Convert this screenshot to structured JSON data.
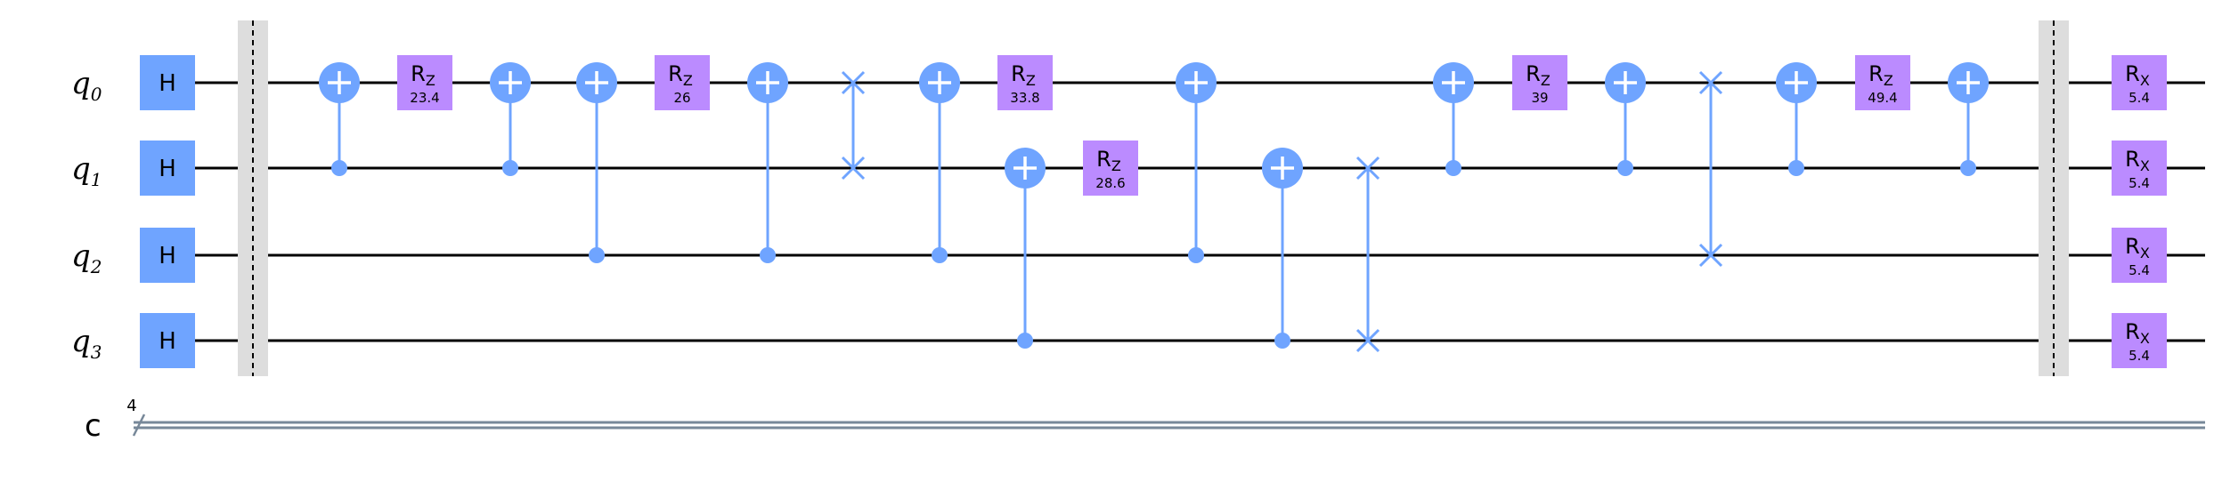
{
  "colors": {
    "h_gate": "#6fa4ff",
    "rot_gate": "#bb8bff",
    "cx_line": "#6fa4ff",
    "swap": "#6fa4ff",
    "wire": "#000000",
    "classical_wire": "#778899",
    "barrier": "#dddddd"
  },
  "qubits": [
    {
      "name": "q",
      "index": "0"
    },
    {
      "name": "q",
      "index": "1"
    },
    {
      "name": "q",
      "index": "2"
    },
    {
      "name": "q",
      "index": "3"
    }
  ],
  "classical": {
    "name": "c",
    "size": "4"
  },
  "columns": [
    {
      "ops": [
        {
          "type": "h",
          "qubit": 0,
          "label": "H"
        },
        {
          "type": "h",
          "qubit": 1,
          "label": "H"
        },
        {
          "type": "h",
          "qubit": 2,
          "label": "H"
        },
        {
          "type": "h",
          "qubit": 3,
          "label": "H"
        }
      ]
    },
    {
      "ops": [
        {
          "type": "barrier"
        }
      ]
    },
    {
      "ops": [
        {
          "type": "cx",
          "control": 1,
          "target": 0
        }
      ]
    },
    {
      "ops": [
        {
          "type": "rz",
          "qubit": 0,
          "label": "R",
          "sub": "Z",
          "param": "23.4"
        }
      ]
    },
    {
      "ops": [
        {
          "type": "cx",
          "control": 1,
          "target": 0
        }
      ]
    },
    {
      "ops": [
        {
          "type": "cx",
          "control": 2,
          "target": 0
        }
      ]
    },
    {
      "ops": [
        {
          "type": "rz",
          "qubit": 0,
          "label": "R",
          "sub": "Z",
          "param": "26"
        }
      ]
    },
    {
      "ops": [
        {
          "type": "cx",
          "control": 2,
          "target": 0
        }
      ]
    },
    {
      "ops": [
        {
          "type": "swap",
          "qubits": [
            0,
            1
          ]
        }
      ]
    },
    {
      "ops": [
        {
          "type": "cx",
          "control": 2,
          "target": 0
        }
      ]
    },
    {
      "ops": [
        {
          "type": "rz",
          "qubit": 0,
          "label": "R",
          "sub": "Z",
          "param": "33.8"
        },
        {
          "type": "cx",
          "control": 3,
          "target": 1
        }
      ]
    },
    {
      "ops": [
        {
          "type": "rz",
          "qubit": 1,
          "label": "R",
          "sub": "Z",
          "param": "28.6"
        }
      ]
    },
    {
      "ops": [
        {
          "type": "cx",
          "control": 2,
          "target": 0
        }
      ]
    },
    {
      "ops": [
        {
          "type": "cx",
          "control": 3,
          "target": 1
        }
      ]
    },
    {
      "ops": [
        {
          "type": "swap",
          "qubits": [
            1,
            3
          ]
        }
      ]
    },
    {
      "ops": [
        {
          "type": "cx",
          "control": 1,
          "target": 0
        }
      ]
    },
    {
      "ops": [
        {
          "type": "rz",
          "qubit": 0,
          "label": "R",
          "sub": "Z",
          "param": "39"
        }
      ]
    },
    {
      "ops": [
        {
          "type": "cx",
          "control": 1,
          "target": 0
        }
      ]
    },
    {
      "ops": [
        {
          "type": "swap",
          "qubits": [
            0,
            2
          ]
        }
      ]
    },
    {
      "ops": [
        {
          "type": "cx",
          "control": 1,
          "target": 0
        }
      ]
    },
    {
      "ops": [
        {
          "type": "rz",
          "qubit": 0,
          "label": "R",
          "sub": "Z",
          "param": "49.4"
        }
      ]
    },
    {
      "ops": [
        {
          "type": "cx",
          "control": 1,
          "target": 0
        }
      ]
    },
    {
      "ops": [
        {
          "type": "barrier"
        }
      ]
    },
    {
      "ops": [
        {
          "type": "rx",
          "qubit": 0,
          "label": "R",
          "sub": "X",
          "param": "5.4"
        },
        {
          "type": "rx",
          "qubit": 1,
          "label": "R",
          "sub": "X",
          "param": "5.4"
        },
        {
          "type": "rx",
          "qubit": 2,
          "label": "R",
          "sub": "X",
          "param": "5.4"
        },
        {
          "type": "rx",
          "qubit": 3,
          "label": "R",
          "sub": "X",
          "param": "5.4"
        }
      ]
    }
  ]
}
